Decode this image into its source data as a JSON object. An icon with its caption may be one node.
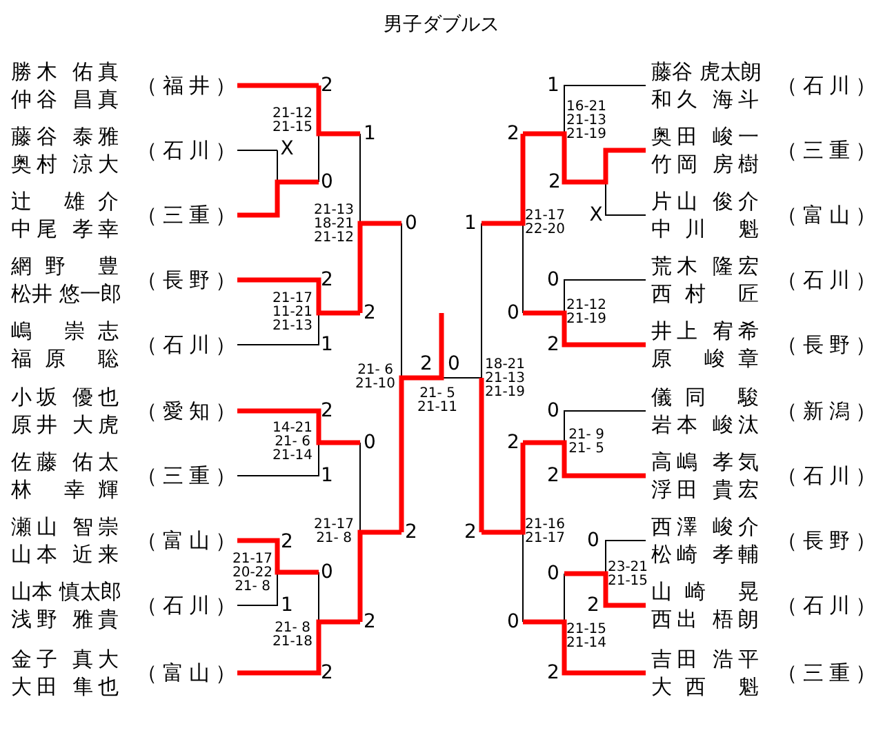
{
  "diagram": {
    "title": "男子ダブルス",
    "nodes": [
      {
        "text": [
          "勝木 佑真",
          "仲谷 昌真",
          "（福井）"
        ]
      },
      {
        "text": [
          "藤谷 泰雅",
          "奥村 涼大",
          "（石川）"
        ]
      },
      {
        "text": [
          "辻 雄介",
          "中尾 孝幸",
          "（三重）"
        ]
      },
      {
        "text": [
          "網野 豊",
          "松井 悠一郎",
          "（長野）"
        ]
      },
      {
        "text": [
          "嶋 崇志",
          "福原 聡",
          "（石川）"
        ]
      },
      {
        "text": [
          "小坂 優也",
          "原井 大虎",
          "（愛知）"
        ]
      },
      {
        "text": [
          "佐藤 佑太",
          "林 幸輝",
          "（三重）"
        ]
      },
      {
        "text": [
          "瀬山 智崇",
          "山本 近来",
          "（富山）"
        ]
      },
      {
        "text": [
          "山本 慎太郎",
          "浅野 雅貴",
          "（石川）"
        ]
      },
      {
        "text": [
          "金子 真大",
          "大田 隼也",
          "（富山）"
        ]
      },
      {
        "text": [
          "藤谷 虎太朗",
          "和久 海斗",
          "（石川）"
        ]
      },
      {
        "text": [
          "奥田 峻一",
          "竹岡 房樹",
          "（三重）"
        ]
      },
      {
        "text": [
          "片山 俊介",
          "中川 魁",
          "（富山）"
        ]
      },
      {
        "text": [
          "荒木 隆宏",
          "西村 匠",
          "（石川）"
        ]
      },
      {
        "text": [
          "井上 宥希",
          "原 峻章",
          "（長野）"
        ]
      },
      {
        "text": [
          "儀同 駿",
          "岩本 峻汰",
          "（新潟）"
        ]
      },
      {
        "text": [
          "高嶋 孝気",
          "浮田 貴宏",
          "（石川）"
        ]
      },
      {
        "text": [
          "西澤 峻介",
          "松崎 孝輔",
          "（長野）"
        ]
      },
      {
        "text": [
          "山崎 晃",
          "西出 梧朗",
          "（石川）"
        ]
      },
      {
        "text": [
          "吉田 浩平",
          "大西 魁",
          "（三重）"
        ]
      }
    ],
    "labels": [
      "2",
      "21-12",
      "21-15",
      "1",
      "X",
      "0",
      "21-13",
      "18-21",
      "21-12",
      "0",
      "2",
      "21-17",
      "11-21",
      "21-13",
      "2",
      "1",
      "2",
      "0",
      "21- 6",
      "21-10",
      "21- 5",
      "21-11",
      "2",
      "14-21",
      "21- 6",
      "21-14",
      "0",
      "1",
      "21-17",
      "21- 8",
      "2",
      "2",
      "21-17",
      "20-22",
      "21- 8",
      "0",
      "1",
      "2",
      "21- 8",
      "21-18",
      "2",
      "1",
      "16-21",
      "21-13",
      "21-19",
      "2",
      "2",
      "X",
      "1",
      "21-17",
      "22-20",
      "0",
      "0",
      "21-12",
      "21-19",
      "2",
      "18-21",
      "21-13",
      "21-19",
      "0",
      "21- 9",
      "21- 5",
      "2",
      "2",
      "2",
      "21-16",
      "21-17",
      "0",
      "23-21",
      "21-15",
      "0",
      "2",
      "0",
      "21-15",
      "21-14",
      "2"
    ]
  }
}
